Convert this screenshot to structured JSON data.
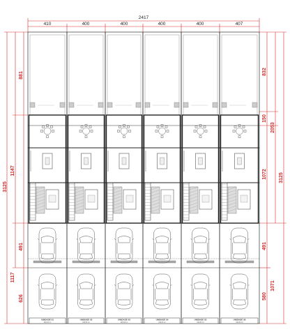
{
  "top_dimensions": {
    "total": "2417",
    "units": [
      "410",
      "400",
      "400",
      "400",
      "400",
      "407"
    ]
  },
  "left_dimensions": {
    "overall": "3125",
    "house": "1147",
    "yard": "881",
    "parking": "1117",
    "parking_upper": "491",
    "parking_lower": "626"
  },
  "right_dimensions": {
    "overall": "3125",
    "main": "2053",
    "yard": "832",
    "strip": "150",
    "house": "1072",
    "parking_upper": "491",
    "parking_lower": "580",
    "parking_total": "1071"
  },
  "units": [
    {
      "label": "UNIDADE 01",
      "area": "116,64 m²"
    },
    {
      "label": "UNIDADE 02",
      "area": "116,64 m²"
    },
    {
      "label": "UNIDADE 03",
      "area": "116,64 m²"
    },
    {
      "label": "UNIDADE 04",
      "area": "116,64 m²"
    },
    {
      "label": "UNIDADE 05",
      "area": "116,64 m²"
    },
    {
      "label": "UNIDADE 06",
      "area": "116,64 m²"
    }
  ],
  "colors": {
    "dimension": "#d22b2b",
    "walls": "#333333",
    "hatch": "#888888"
  }
}
